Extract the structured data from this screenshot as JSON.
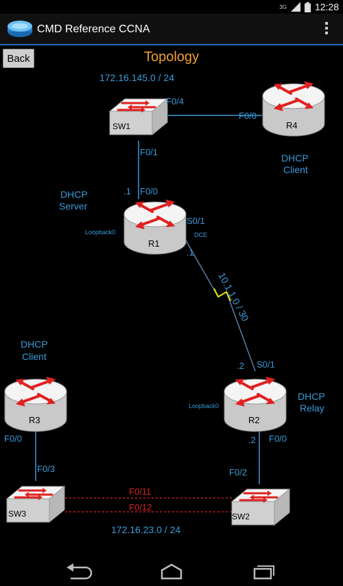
{
  "status": {
    "network": "3G",
    "time": "12:28"
  },
  "app": {
    "title": "CMD Reference CCNA"
  },
  "back_label": "Back",
  "page_title": "Topology",
  "labels": {
    "net_top": "172.16.145.0 / 24",
    "sw1_name": "SW1",
    "sw1_f04": "F0/4",
    "r4_f00": "F0/0",
    "r4_name": "R4",
    "r4_role_1": "DHCP",
    "r4_role_2": "Client",
    "sw1_f01": "F0/1",
    "r1_role_1": "DHCP",
    "r1_role_2": "Server",
    "r1_dot1": ".1",
    "r1_f00": "F0/0",
    "r1_s01": "S0/1",
    "r1_dce": "DCE",
    "r1_loopback": "Loopback0",
    "r1_name": "R1",
    "r1_s01_dot1": ".1",
    "wan_net": "10.1.1.0 / 30",
    "r2_dot2": ".2",
    "r2_s01": "S0/1",
    "r3_role_1": "DHCP",
    "r3_role_2": "Client",
    "r2_role_1": "DHCP",
    "r2_role_2": "Relay",
    "r2_loopback": "Loopback0",
    "r2_name": "R2",
    "r3_name": "R3",
    "r3_f00": "F0/0",
    "r2_f00_dot2": ".2",
    "r2_f00": "F0/0",
    "sw3_f03": "F0/3",
    "sw2_f02": "F0/2",
    "trunk_f011": "F0/11",
    "trunk_f012": "F0/12",
    "sw3_name": "SW3",
    "sw2_name": "SW2",
    "net_bottom": "172.16.23.0 / 24"
  },
  "colors": {
    "label": "#3a9bd9",
    "title": "#f0a030",
    "trunk": "#e02020",
    "serial": "#e8e800",
    "accent": "#1f6fb6"
  }
}
